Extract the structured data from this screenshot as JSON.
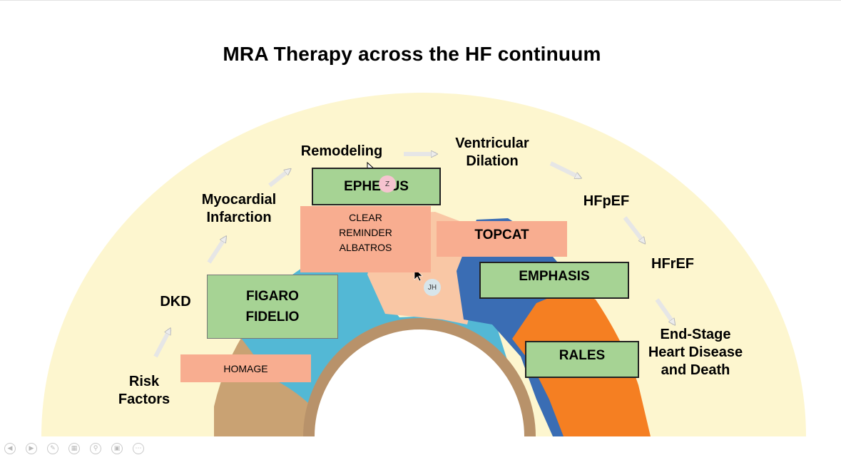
{
  "title": "MRA Therapy across the HF continuum",
  "stages": {
    "risk_factors": [
      "Risk",
      "Factors"
    ],
    "dkd": "DKD",
    "myocardial_infarction": [
      "Myocardial",
      "Infarction"
    ],
    "remodeling": "Remodeling",
    "ventricular_dilation": [
      "Ventricular",
      "Dilation"
    ],
    "hfpef": "HFpEF",
    "hfref": "HFrEF",
    "end_stage": [
      "End-Stage",
      "Heart Disease",
      "and Death"
    ]
  },
  "trials": {
    "homage": "HOMAGE",
    "figaro": "FIGARO",
    "fidelio": "FIDELIO",
    "ephesus": "EPHESUS",
    "clear": "CLEAR",
    "reminder": "REMINDER",
    "albatros": "ALBATROS",
    "topcat": "TOPCAT",
    "emphasis": "EMPHASIS",
    "rales": "RALES"
  },
  "participants": {
    "z": "Z",
    "jh": "JH"
  },
  "colors": {
    "outer_band": "#fdf6cf",
    "tan": "#c9a273",
    "light_blue": "#53b8d5",
    "peach": "#f9c7a5",
    "dark_blue": "#3a6db4",
    "orange": "#f57f22",
    "trial_green": "#a6d394",
    "trial_salmon": "#f8ad90",
    "arrow": "#e6e6e6"
  },
  "toolbar_icons": [
    "back-icon",
    "forward-icon",
    "pen-icon",
    "grid-icon",
    "zoom-icon",
    "camera-icon",
    "more-icon"
  ]
}
